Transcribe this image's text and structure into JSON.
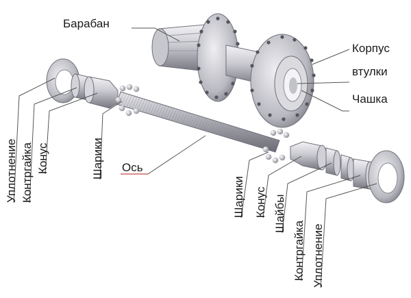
{
  "labels": {
    "baraban": "Барабан",
    "korpus_line1": "Корпус",
    "korpus_line2": "втулки",
    "chashka": "Чашка",
    "os": "Ось",
    "left_uplotnenie": "Уплотнение",
    "left_kontrgaika": "Контргайка",
    "left_konus": "Конус",
    "left_shariki": "Шарики",
    "right_shariki": "Шарики",
    "right_konus": "Конус",
    "right_shaiby": "Шайбы",
    "right_kontrgaika": "Контргайка",
    "right_uplotnenie": "Уплотнение"
  },
  "colors": {
    "metal_light": "#e6e6ea",
    "metal_mid": "#b4b4bc",
    "metal_dark": "#6e6e78",
    "leader_line": "#555555",
    "accent_underline": "#c04a4a"
  }
}
